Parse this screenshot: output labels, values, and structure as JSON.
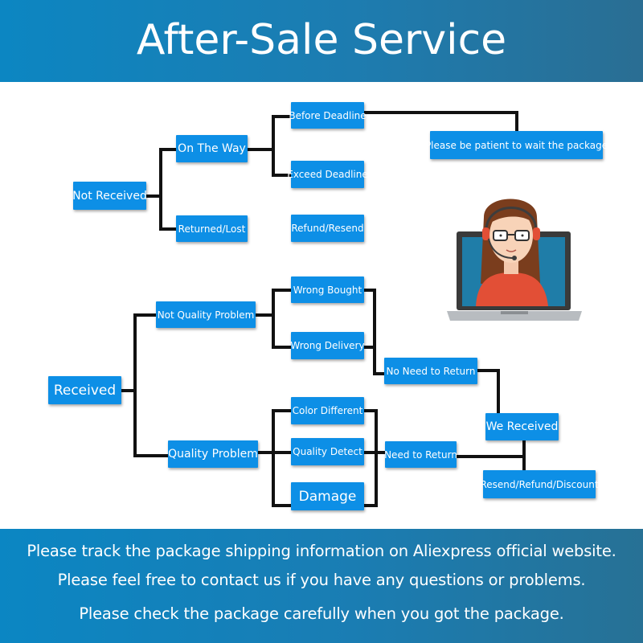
{
  "header": {
    "title": "After-Sale Service"
  },
  "flow": {
    "not_received": "Not Received",
    "on_the_way": "On The Way",
    "returned_lost": "Returned/Lost",
    "before_deadline": "Before Deadline",
    "exceed_deadline": "Exceed Deadline",
    "refund_resend_1": "Refund/Resend",
    "please_wait": "Please be patient to wait the package",
    "received": "Received",
    "not_quality_problem": "Not Quality Problem",
    "quality_problem": "Quality Problem",
    "wrong_bought": "Wrong Bought",
    "wrong_delivery": "Wrong Delivery",
    "color_different": "Color Different",
    "quality_detect": "Quality Detect",
    "damage": "Damage",
    "no_need_to_return": "No Need to Return",
    "need_to_return": "Need to Return",
    "we_received": "We Received",
    "resend_refund_discount": "Resend/Refund/Discount"
  },
  "colors": {
    "node": "#0d8fe6",
    "line": "#111111",
    "header": "#0c86c2"
  },
  "illustration": {
    "icon": "customer-service-agent-icon"
  },
  "footer": {
    "line1": "Please track the package shipping information on Aliexpress official website.",
    "line2": "Please feel free to contact us if you have any questions or problems.",
    "line3": "Please check the package carefully when you got the package."
  }
}
